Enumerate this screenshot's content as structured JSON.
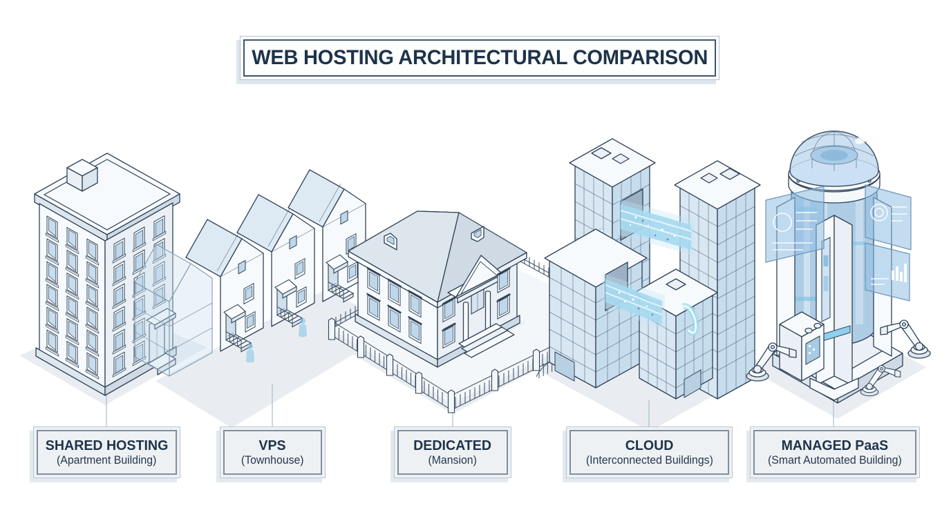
{
  "title": "WEB HOSTING ARCHITECTURAL COMPARISON",
  "items": [
    {
      "id": "shared-hosting",
      "label": "SHARED HOSTING",
      "sublabel": "(Apartment Building)",
      "illustration": "apartment-building"
    },
    {
      "id": "vps",
      "label": "VPS",
      "sublabel": "(Townhouse)",
      "illustration": "townhouse-row-with-transparent-virtual-unit"
    },
    {
      "id": "dedicated",
      "label": "DEDICATED",
      "sublabel": "(Mansion)",
      "illustration": "mansion-with-picket-fence"
    },
    {
      "id": "cloud",
      "label": "CLOUD",
      "sublabel": "(Interconnected Buildings)",
      "illustration": "glass-towers-with-glowing-data-bridges"
    },
    {
      "id": "managed-paas",
      "label": "MANAGED PaaS",
      "sublabel": "(Smart Automated Building)",
      "illustration": "domed-smart-tower-with-robot-arms-and-holo-panels"
    }
  ],
  "colors": {
    "background": "#ffffff",
    "outline": "#2e4157",
    "label_text": "#1e3349",
    "label_box_bg": "#eef1f4",
    "label_box_inner_border": "#7e8e9c",
    "label_box_outer_border": "#b9c6d0",
    "title_inner_border": "#41536a",
    "connector_line": "#a9bdca",
    "window_glass": "#c7dcec",
    "data_glow": "#a5d9f0",
    "ground_shadow": "#e9edf1"
  }
}
